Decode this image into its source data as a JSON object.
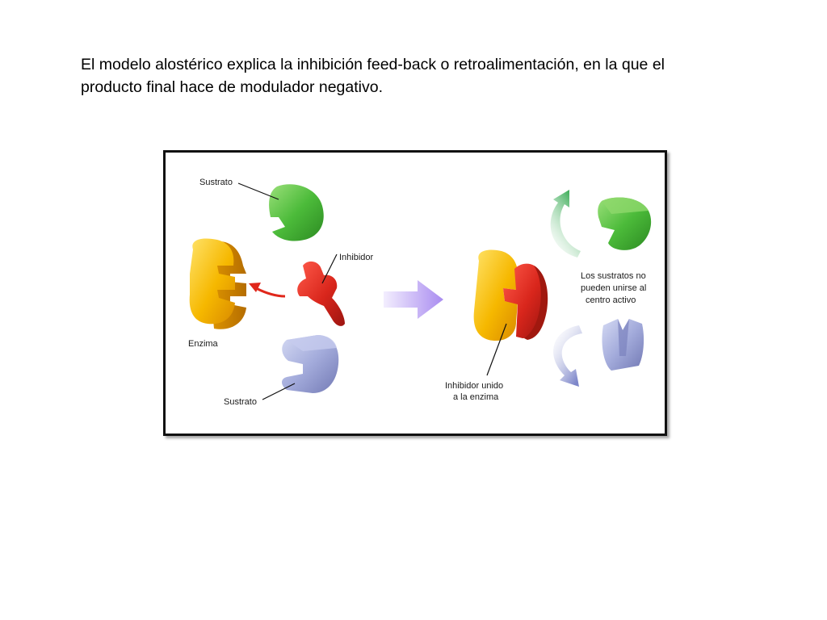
{
  "caption": {
    "line1": "El modelo alostérico explica la inhibición feed-back o retroalimentación, en la que el",
    "line2": "producto final hace de modulador negativo."
  },
  "diagram": {
    "label_sustrato_top": "Sustrato",
    "label_inhibidor": "Inhibidor",
    "label_enzima": "Enzima",
    "label_sustrato_bottom": "Sustrato",
    "label_inhibidor_unido_1": "Inhibidor unido",
    "label_inhibidor_unido_2": "a la enzima",
    "label_no_unirse_1": "Los sustratos no",
    "label_no_unirse_2": "pueden unirse al",
    "label_no_unirse_3": "centro activo"
  },
  "colors": {
    "enzyme": "#f2b600",
    "substrate_green": "#4cbb3a",
    "inhibitor_red": "#d9261c",
    "substrate_blue": "#a3abdb",
    "arrow_purple": "#b9a4f2"
  }
}
